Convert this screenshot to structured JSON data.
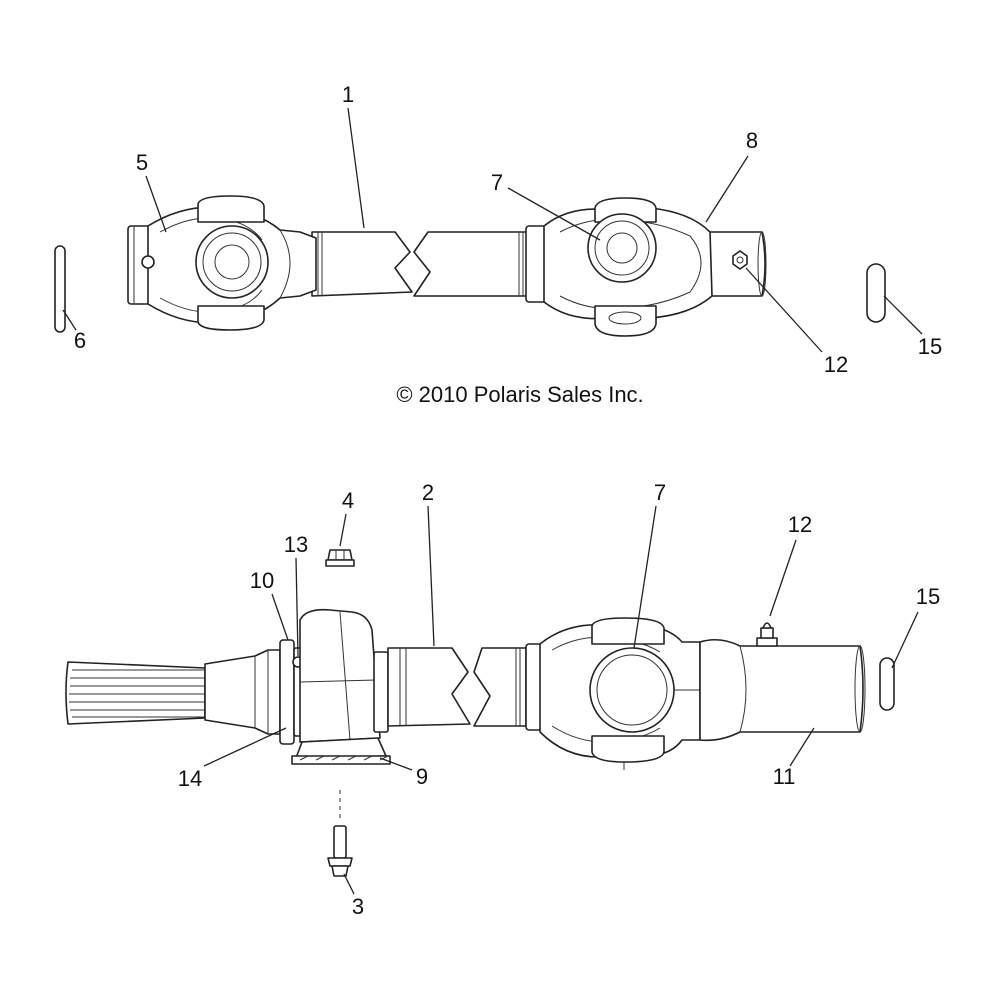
{
  "copyright": "© 2010 Polaris Sales Inc.",
  "colors": {
    "line": "#222222",
    "background": "#ffffff"
  },
  "callouts": {
    "c1": "1",
    "c5": "5",
    "c6": "6",
    "c7_top": "7",
    "c8": "8",
    "c12_top": "12",
    "c15_top": "15",
    "c2": "2",
    "c3": "3",
    "c4": "4",
    "c7_bottom": "7",
    "c9": "9",
    "c10": "10",
    "c11": "11",
    "c12_bottom": "12",
    "c13": "13",
    "c14": "14",
    "c15_bottom": "15"
  }
}
